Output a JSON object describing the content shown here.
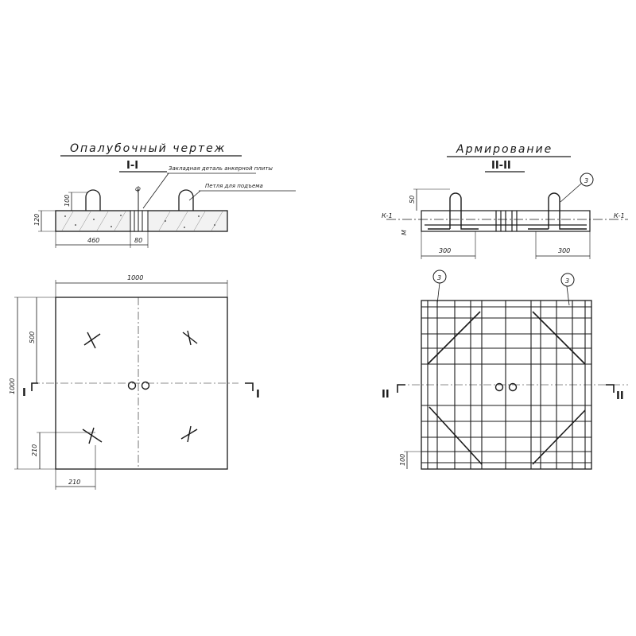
{
  "left": {
    "title": "Опалубочный чертеж",
    "section": "I-I",
    "note_embedded": "Закладная деталь анкерной плиты",
    "note_loop": "Петля для подъема",
    "dims": {
      "thickness": "120",
      "loop_height": "100",
      "d460": "460",
      "d80": "80",
      "top_mark": "ф",
      "plan_width": "1000",
      "plan_height": "1000",
      "d500": "500",
      "d210_v": "210",
      "d210_h": "210"
    },
    "cut_left": "I",
    "cut_right": "I"
  },
  "right": {
    "title": "Армирование",
    "section": "II-II",
    "callout": "3",
    "k_left": "К-1",
    "k_right": "К-1",
    "dims": {
      "d50": "50",
      "d300_left": "300",
      "d300_right": "300",
      "small": "М",
      "d100": "100"
    },
    "cut_left": "II",
    "cut_right": "II"
  }
}
